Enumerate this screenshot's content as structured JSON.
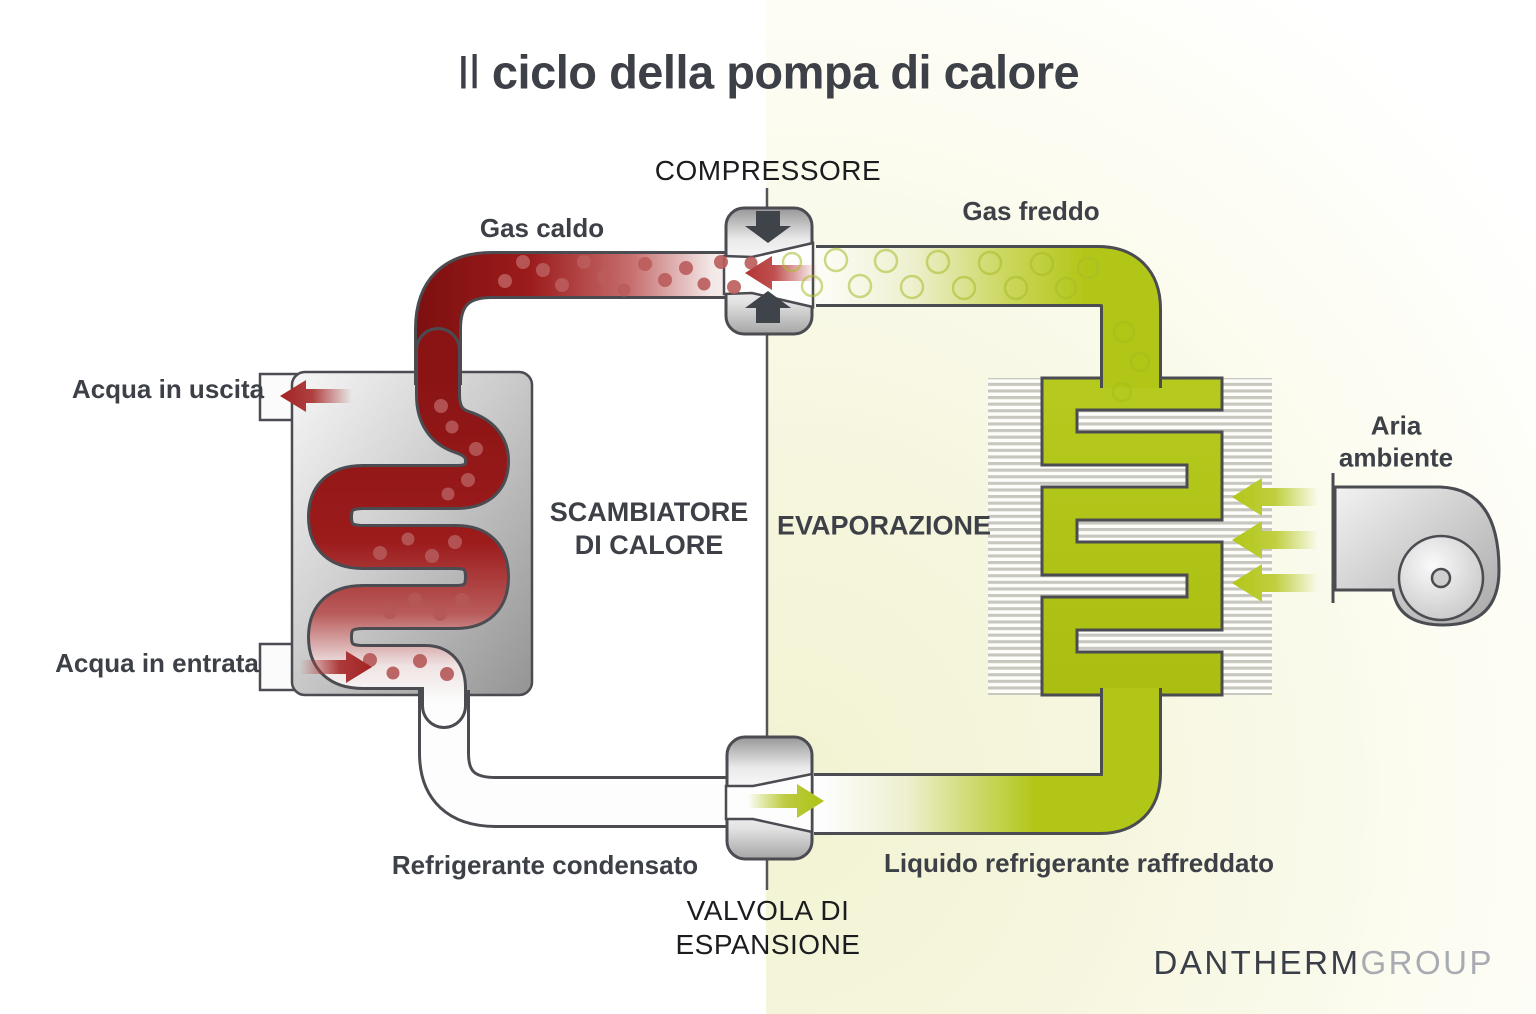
{
  "title": {
    "prefix": "Il",
    "main": " ciclo della pompa di calore"
  },
  "labels": {
    "compressor": "COMPRESSORE",
    "hot_gas": "Gas caldo",
    "cold_gas": "Gas freddo",
    "water_out": "Acqua in uscita",
    "water_in": "Acqua in entrata",
    "heat_exchanger": "SCAMBIATORE DI CALORE",
    "evaporation": "EVAPORAZIONE",
    "condensed_refrigerant": "Refrigerante condensato",
    "cooled_refrigerant": "Liquido refrigerante raffreddato",
    "expansion_valve": "VALVOLA DI ESPANSIONE",
    "ambient_air": "Aria ambiente"
  },
  "logo": {
    "brand": "DANTHERM",
    "group": "GROUP"
  },
  "colors": {
    "hot_pipe": "#9c1b1b",
    "hot_pipe_dark": "#7e1010",
    "cold_pipe": "#b2c617",
    "outline": "#4b4b52",
    "text": "#3d4147",
    "bg_left_tint": "#f1dbdf",
    "bg_right_tint": "#f2f2d2",
    "metal_light": "#ffffff",
    "metal_dark": "#a0a0a0"
  }
}
